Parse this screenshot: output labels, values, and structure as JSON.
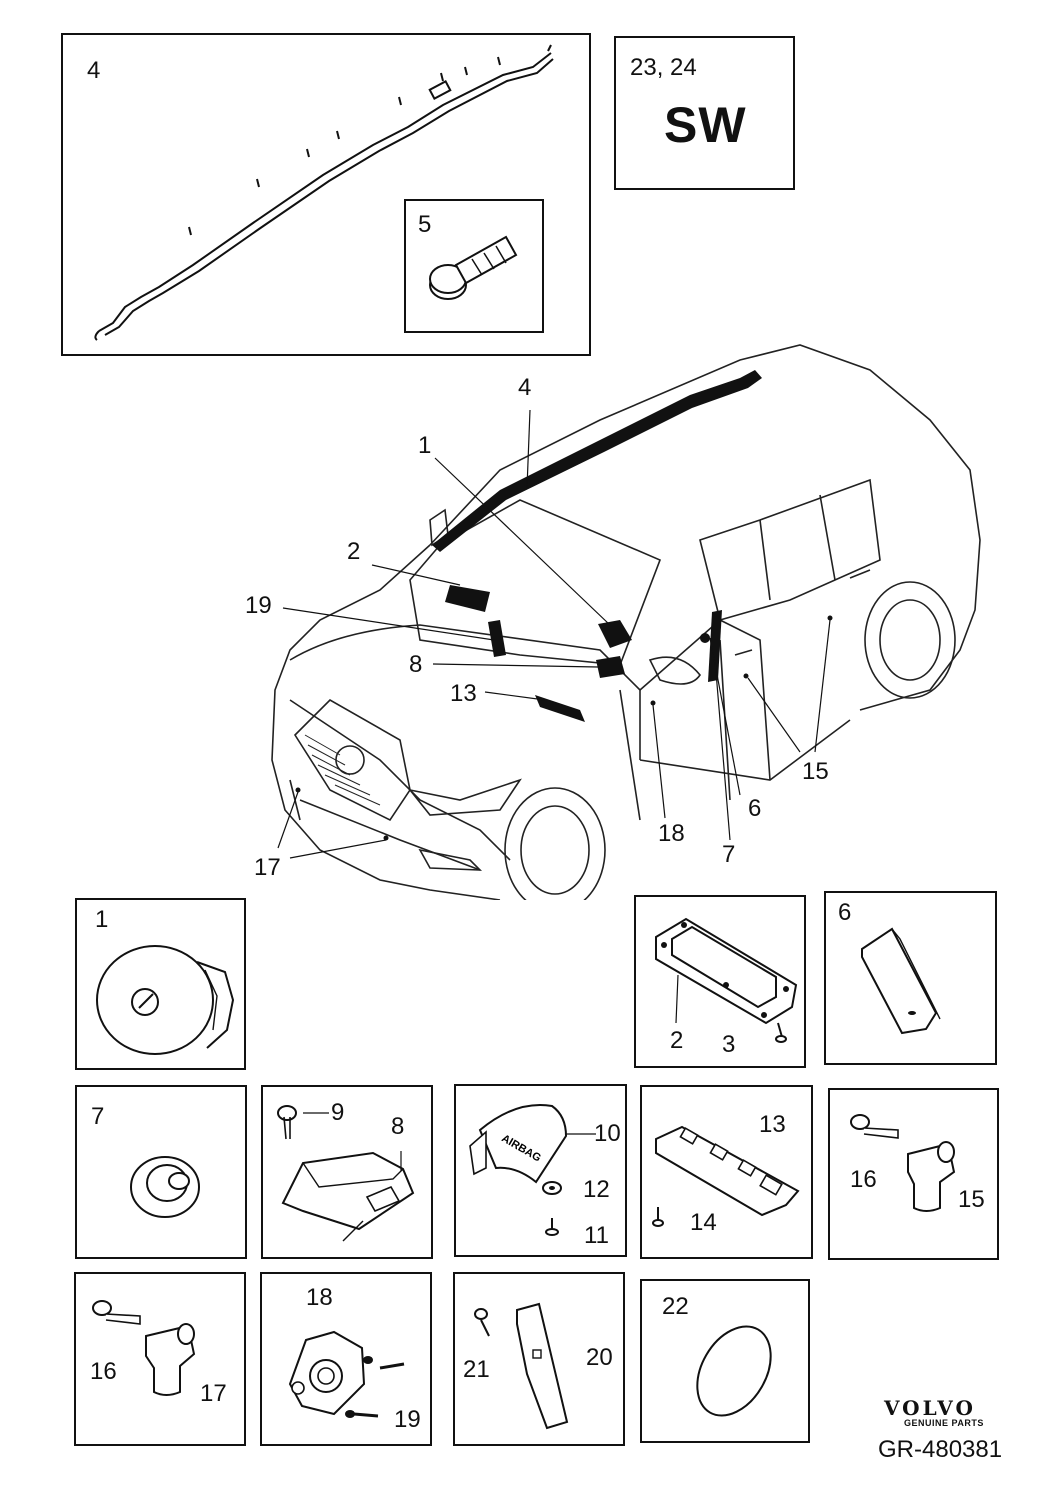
{
  "top_panels": {
    "airbag_curtain": {
      "number": "4"
    },
    "screw_inset": {
      "number": "5"
    },
    "variant": {
      "numbers": "23, 24",
      "code": "SW"
    }
  },
  "car_callouts": [
    "4",
    "1",
    "2",
    "19",
    "8",
    "13",
    "15",
    "6",
    "18",
    "7",
    "17"
  ],
  "parts": {
    "p1": {
      "labels": [
        "1"
      ]
    },
    "p2": {
      "labels": [
        "2",
        "3"
      ]
    },
    "p6": {
      "labels": [
        "6"
      ]
    },
    "p7": {
      "labels": [
        "7"
      ]
    },
    "p8": {
      "labels": [
        "9",
        "8"
      ]
    },
    "p10": {
      "labels": [
        "10",
        "12",
        "11"
      ]
    },
    "p13": {
      "labels": [
        "13",
        "14"
      ]
    },
    "p15": {
      "labels": [
        "16",
        "15"
      ]
    },
    "p17": {
      "labels": [
        "16",
        "17"
      ]
    },
    "p18": {
      "labels": [
        "18",
        "19"
      ]
    },
    "p20": {
      "labels": [
        "21",
        "20"
      ]
    },
    "p22": {
      "labels": [
        "22"
      ]
    }
  },
  "brand": {
    "name": "VOLVO",
    "tagline": "GENUINE PARTS"
  },
  "reference": "GR-480381"
}
